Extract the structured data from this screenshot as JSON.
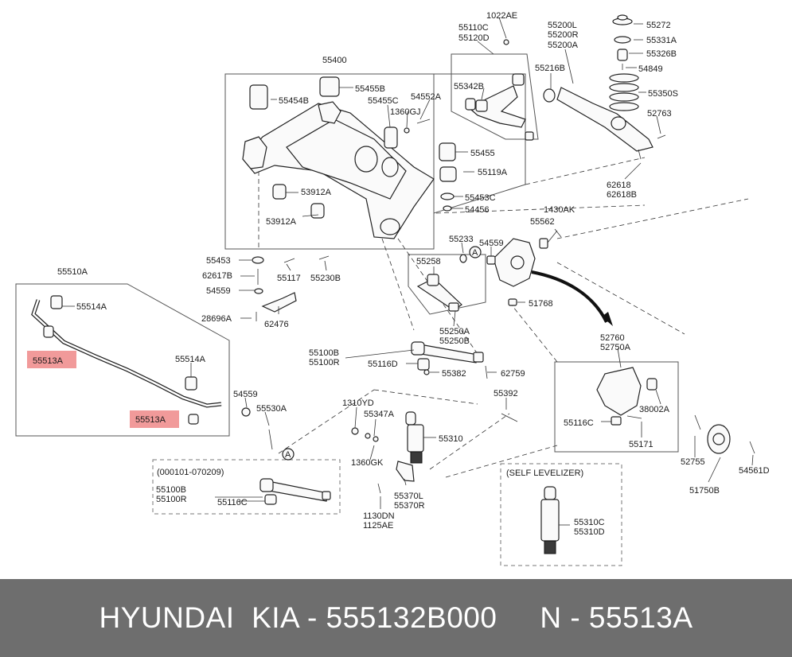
{
  "labels": {
    "l1022AE": "1022AE",
    "l55110C": "55110C",
    "l55120D": "55120D",
    "l55200L": "55200L",
    "l55200R": "55200R",
    "l55200A": "55200A",
    "l55272": "55272",
    "l55331A": "55331A",
    "l55326B": "55326B",
    "l54849": "54849",
    "l55350S": "55350S",
    "l52763": "52763",
    "l62618": "62618",
    "l62618B": "62618B",
    "l55400": "55400",
    "l55216B": "55216B",
    "l55342B": "55342B",
    "l55455B": "55455B",
    "l55454B": "55454B",
    "l55455C": "55455C",
    "l54552A": "54552A",
    "l1360GJ": "1360GJ",
    "l55455": "55455",
    "l55119A": "55119A",
    "l53912Aa": "53912A",
    "l53912Ab": "53912A",
    "l55453C": "55453C",
    "l54456": "54456",
    "l1430AK": "1430AK",
    "l55562": "55562",
    "l55233": "55233",
    "l54559a": "54559",
    "l55453": "55453",
    "l55117": "55117",
    "l55230B": "55230B",
    "l62617B": "62617B",
    "l54559b": "54559",
    "l28696A": "28696A",
    "l62476": "62476",
    "l55258": "55258",
    "l55250A": "55250A",
    "l55250B": "55250B",
    "l51768": "51768",
    "l55510A": "55510A",
    "l55514Aa": "55514A",
    "l55513Aa": "55513A",
    "l55514Ab": "55514A",
    "l55513Ab": "55513A",
    "l54559c": "54559",
    "l55530A": "55530A",
    "l55100B": "55100B",
    "l55100R": "55100R",
    "l55116D": "55116D",
    "l55382": "55382",
    "l62759": "62759",
    "l52760": "52760",
    "l52750A": "52750A",
    "l38002A": "38002A",
    "l55116C": "55116C",
    "l55171": "55171",
    "l55392": "55392",
    "l1310YD": "1310YD",
    "l55347A": "55347A",
    "l55310": "55310",
    "l1360GK": "1360GK",
    "l55370L": "55370L",
    "l55370R": "55370R",
    "l1130DN": "1130DN",
    "l1125AE": "1125AE",
    "l52755": "52755",
    "l54561D": "54561D",
    "l51750B": "51750B",
    "lVariant": "(000101-070209)",
    "l55100Bv": "55100B",
    "l55100Rv": "55100R",
    "l55116Cv": "55116C",
    "lSelfLev": "(SELF LEVELIZER)",
    "l55310C": "55310C",
    "l55310D": "55310D",
    "refA1": "A",
    "refA2": "A"
  },
  "highlight_color": "#f19a9a",
  "footer": {
    "text": "HYUNDAI  KIA - 555132B000     N - 55513A",
    "background": "#6e6e6e"
  }
}
